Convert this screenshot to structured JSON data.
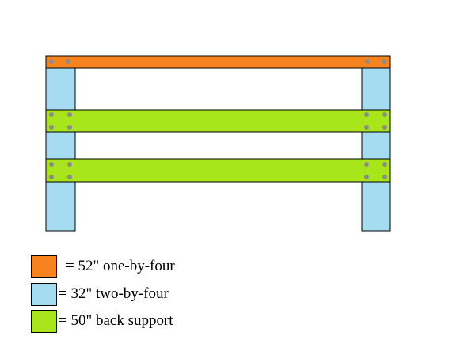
{
  "colors": {
    "one_by_four": "#f7831e",
    "two_by_four": "#a6dcef",
    "back_support": "#a8e51a",
    "screw": "#8c8c8c",
    "outline": "#000000"
  },
  "legend": [
    {
      "key": "one_by_four",
      "label": "= 52\" one-by-four"
    },
    {
      "key": "two_by_four",
      "label": "= 32\" two-by-four"
    },
    {
      "key": "back_support",
      "label": "= 50\" back support"
    }
  ]
}
